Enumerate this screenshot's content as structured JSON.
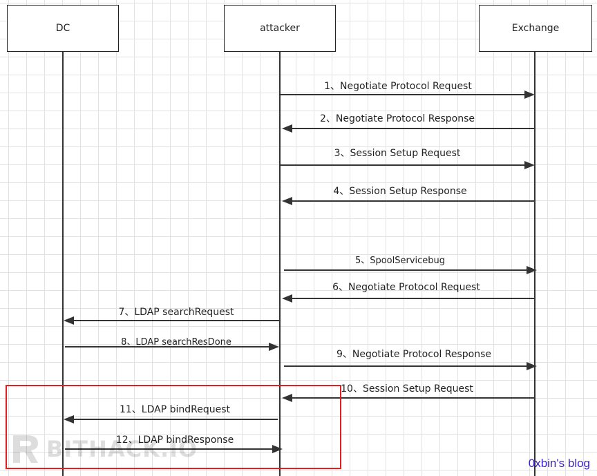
{
  "actors": {
    "dc": "DC",
    "attacker": "attacker",
    "exchange": "Exchange"
  },
  "messages": [
    "1、Negotiate Protocol Request",
    "2、Negotiate Protocol Response",
    "3、Session Setup Request",
    "4、Session Setup Response",
    "5、SpoolServicebug",
    "6、Negotiate Protocol Request",
    "7、LDAP searchRequest",
    "8、LDAP searchResDone",
    "9、Negotiate Protocol Response",
    "10、Session Setup Request",
    "11、LDAP bindRequest",
    "12、LDAP bindResponse"
  ],
  "watermark": "BITHACK.IO",
  "blog_label": "0xbin's blog",
  "colors": {
    "highlight": "#e02020",
    "blog_text": "#3a24c8",
    "line": "#333333"
  }
}
